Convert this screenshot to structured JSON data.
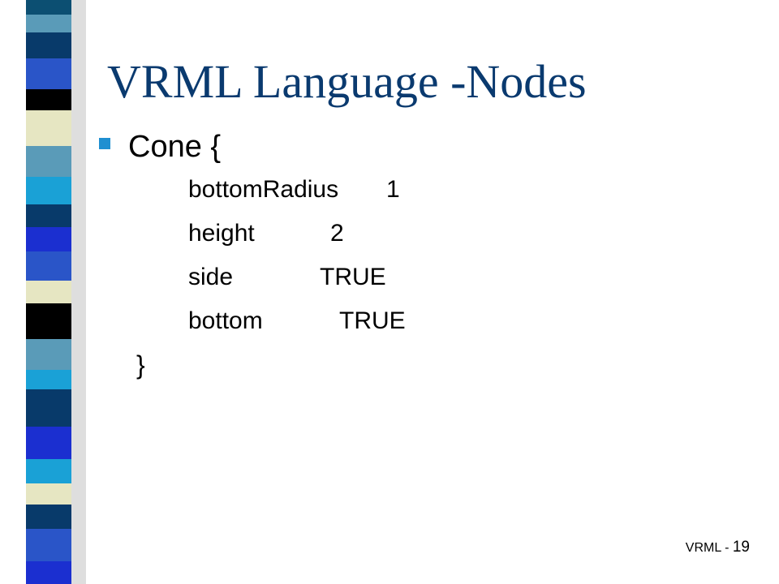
{
  "slide": {
    "title": "VRML Language -Nodes",
    "bullet": "Cone {",
    "fields": [
      {
        "name": "bottomRadius",
        "value": "1"
      },
      {
        "name": "height",
        "value": "2"
      },
      {
        "name": "side",
        "value": "TRUE"
      },
      {
        "name": "bottom",
        "value": "TRUE"
      }
    ],
    "closing_brace": "}",
    "footer_label": "VRML - ",
    "page_number": "19"
  },
  "colors": {
    "title": "#0a3a6f",
    "bullet_mark": "#1f8fd1",
    "stripes": [
      "#0c4f72",
      "#5a9bb8",
      "#083a6a",
      "#2a55c8",
      "#000000",
      "#e6e6c2",
      "#1aa1d6",
      "#1b2fd0",
      "#ffffff"
    ]
  },
  "decoration": {
    "bullet_icon": "square-bullet-icon",
    "left_bar": "striped-color-bar"
  }
}
